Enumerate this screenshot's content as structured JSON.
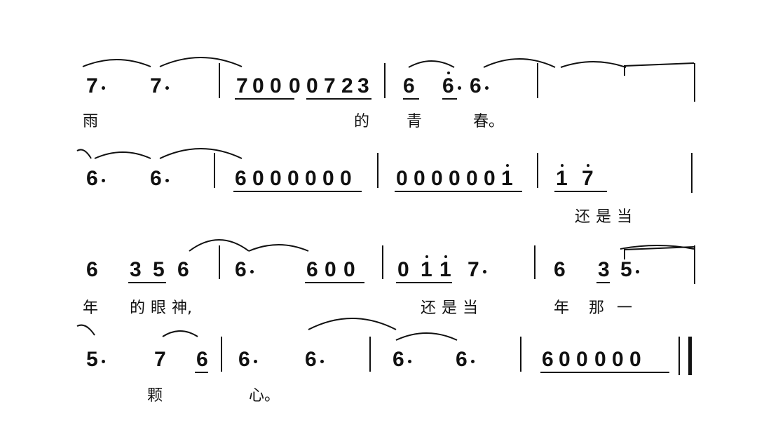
{
  "score": {
    "rows": [
      {
        "notes": [
          "7",
          "7",
          "7",
          "0",
          "0",
          "0",
          "0",
          "7",
          "2",
          "3",
          "6",
          "6",
          "6"
        ],
        "lyrics": [
          "雨",
          "的",
          "青",
          "春。"
        ]
      },
      {
        "notes": [
          "6",
          "6",
          "6",
          "0",
          "0",
          "0",
          "0",
          "0",
          "0",
          "0",
          "0",
          "0",
          "0",
          "0",
          "0",
          "i",
          "i",
          "7"
        ],
        "lyrics": [
          "还",
          "是",
          "当"
        ]
      },
      {
        "notes": [
          "6",
          "3",
          "5",
          "6",
          "6",
          "6",
          "0",
          "0",
          "0",
          "i",
          "i",
          "7",
          "6",
          "3",
          "5"
        ],
        "lyrics": [
          "年",
          "的",
          "眼",
          "神,",
          "还",
          "是",
          "当",
          "年",
          "那",
          "一"
        ]
      },
      {
        "notes": [
          "5",
          "7",
          "6",
          "6",
          "6",
          "6",
          "6",
          "6",
          "0",
          "0",
          "0",
          "0",
          "0"
        ],
        "lyrics": [
          "颗",
          "心。"
        ]
      }
    ]
  }
}
